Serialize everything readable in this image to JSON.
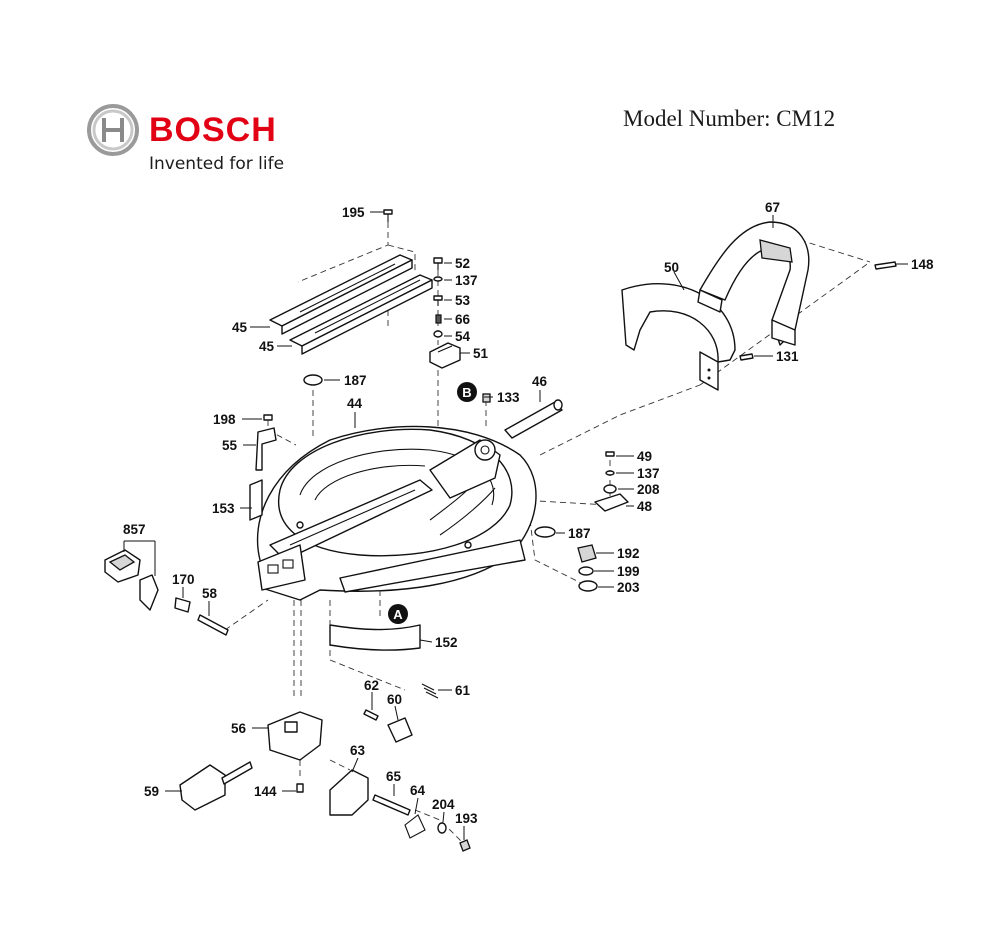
{
  "brand": {
    "name": "BOSCH",
    "tagline": "Invented for life",
    "brand_color": "#e20015"
  },
  "model": {
    "label": "Model Number: CM12"
  },
  "markers": {
    "a": "A",
    "b": "B"
  },
  "callouts": {
    "c195": "195",
    "c52": "52",
    "c137a": "137",
    "c53": "53",
    "c66": "66",
    "c54": "54",
    "c51": "51",
    "c45a": "45",
    "c45b": "45",
    "c187a": "187",
    "c133": "133",
    "c46": "46",
    "c198": "198",
    "c44": "44",
    "c55": "55",
    "c153": "153",
    "c67": "67",
    "c50": "50",
    "c148": "148",
    "c131": "131",
    "c49": "49",
    "c137b": "137",
    "c208": "208",
    "c48": "48",
    "c187b": "187",
    "c192": "192",
    "c199": "199",
    "c203": "203",
    "c857": "857",
    "c170": "170",
    "c58": "58",
    "c152": "152",
    "c62": "62",
    "c61": "61",
    "c60": "60",
    "c56": "56",
    "c63": "63",
    "c59": "59",
    "c144": "144",
    "c65": "65",
    "c64": "64",
    "c204": "204",
    "c193": "193"
  }
}
